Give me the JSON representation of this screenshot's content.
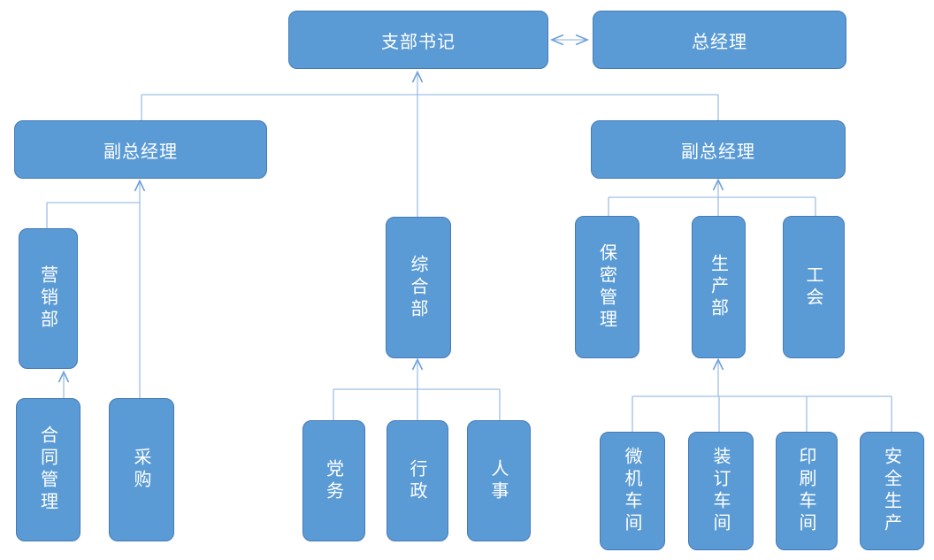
{
  "diagram": {
    "type": "org-chart",
    "nodes": [
      {
        "id": "branch-secretary",
        "label": "支部书记"
      },
      {
        "id": "general-manager",
        "label": "总经理"
      },
      {
        "id": "deputy-gm-left",
        "label": "副总经理"
      },
      {
        "id": "deputy-gm-right",
        "label": "副总经理"
      },
      {
        "id": "general-dept",
        "label": "综合部"
      },
      {
        "id": "marketing-dept",
        "label": "营销部"
      },
      {
        "id": "contract-management",
        "label": "合同管理"
      },
      {
        "id": "procurement",
        "label": "采购"
      },
      {
        "id": "party-affairs",
        "label": "党务"
      },
      {
        "id": "administration",
        "label": "行政"
      },
      {
        "id": "human-resources",
        "label": "人事"
      },
      {
        "id": "confidentiality-management",
        "label": "保密管理"
      },
      {
        "id": "production-dept",
        "label": "生产部"
      },
      {
        "id": "labor-union",
        "label": "工会"
      },
      {
        "id": "computer-workshop",
        "label": "微机车间"
      },
      {
        "id": "binding-workshop",
        "label": "装订车间"
      },
      {
        "id": "printing-workshop",
        "label": "印刷车间"
      },
      {
        "id": "safety-production",
        "label": "安全生产"
      }
    ],
    "edges": [
      {
        "from": "branch-secretary",
        "to": "general-manager",
        "style": "double-arrow"
      },
      {
        "from": "deputy-gm-left",
        "to": "branch-secretary",
        "style": "elbow"
      },
      {
        "from": "deputy-gm-right",
        "to": "branch-secretary",
        "style": "elbow"
      },
      {
        "from": "general-dept",
        "to": "branch-secretary",
        "style": "arrow-up"
      },
      {
        "from": "marketing-dept",
        "to": "deputy-gm-left",
        "style": "elbow-arrow-up"
      },
      {
        "from": "procurement",
        "to": "deputy-gm-left",
        "style": "arrow-up"
      },
      {
        "from": "contract-management",
        "to": "marketing-dept",
        "style": "arrow-up"
      },
      {
        "from": "party-affairs",
        "to": "general-dept",
        "style": "elbow-arrow-up"
      },
      {
        "from": "administration",
        "to": "general-dept",
        "style": "arrow-up"
      },
      {
        "from": "human-resources",
        "to": "general-dept",
        "style": "elbow-arrow-up"
      },
      {
        "from": "confidentiality-management",
        "to": "deputy-gm-right",
        "style": "elbow-arrow-up"
      },
      {
        "from": "production-dept",
        "to": "deputy-gm-right",
        "style": "arrow-up"
      },
      {
        "from": "labor-union",
        "to": "deputy-gm-right",
        "style": "elbow-arrow-up"
      },
      {
        "from": "computer-workshop",
        "to": "production-dept",
        "style": "elbow-arrow-up"
      },
      {
        "from": "binding-workshop",
        "to": "production-dept",
        "style": "arrow-up"
      },
      {
        "from": "printing-workshop",
        "to": "production-dept",
        "style": "elbow-arrow-up"
      },
      {
        "from": "safety-production",
        "to": "production-dept",
        "style": "elbow-arrow-up"
      }
    ]
  },
  "colors": {
    "node_fill": "#5b9bd5",
    "node_border": "#4579b8",
    "connector_line": "#9fc0e4",
    "connector_arrow": "#6f9fd8",
    "node_text": "#ffffff",
    "background": "#ffffff"
  }
}
